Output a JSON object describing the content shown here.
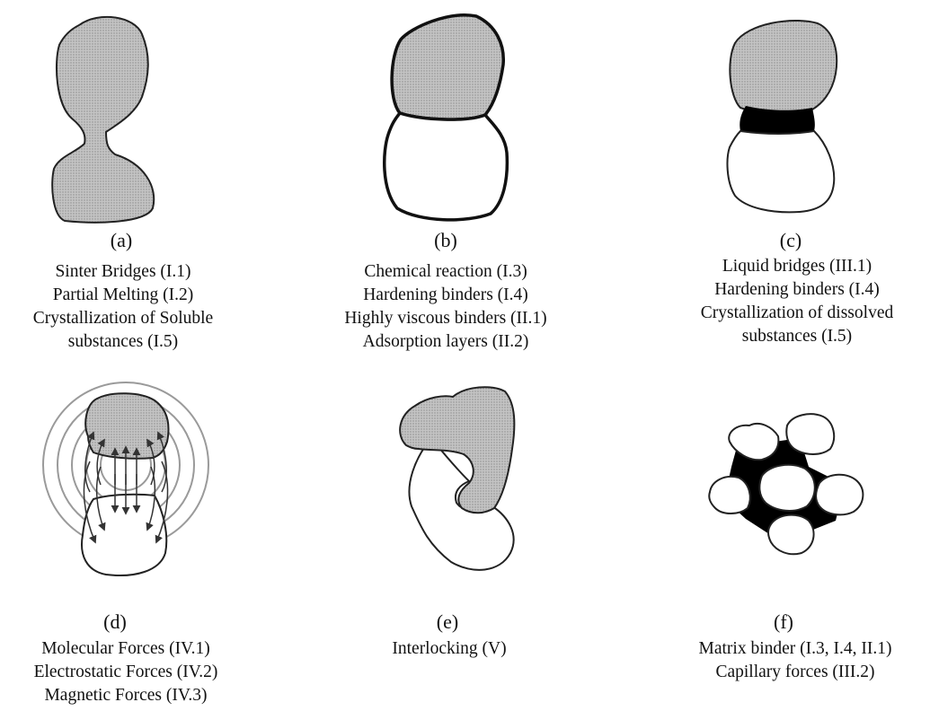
{
  "panels": [
    {
      "label": "(a)",
      "lines": [
        "Sinter Bridges (I.1)",
        "Partial Melting (I.2)",
        "Crystallization of Soluble",
        "substances (I.5)"
      ]
    },
    {
      "label": "(b)",
      "lines": [
        "Chemical reaction (I.3)",
        "Hardening binders (I.4)",
        "Highly viscous binders (II.1)",
        "Adsorption layers (II.2)"
      ]
    },
    {
      "label": "(c)",
      "lines": [
        "Liquid bridges (III.1)",
        "Hardening binders (I.4)",
        "Crystallization of dissolved",
        "substances (I.5)"
      ]
    },
    {
      "label": "(d)",
      "lines": [
        "Molecular Forces (IV.1)",
        "Electrostatic Forces (IV.2)",
        "Magnetic Forces (IV.3)"
      ]
    },
    {
      "label": "(e)",
      "lines": [
        "Interlocking (V)"
      ]
    },
    {
      "label": "(f)",
      "lines": [
        "Matrix binder (I.3, I.4, II.1)",
        "Capillary forces (III.2)"
      ]
    }
  ],
  "colors": {
    "particle_fill": "#bdbdbd",
    "outline": "#111111",
    "bridge": "#000000"
  }
}
